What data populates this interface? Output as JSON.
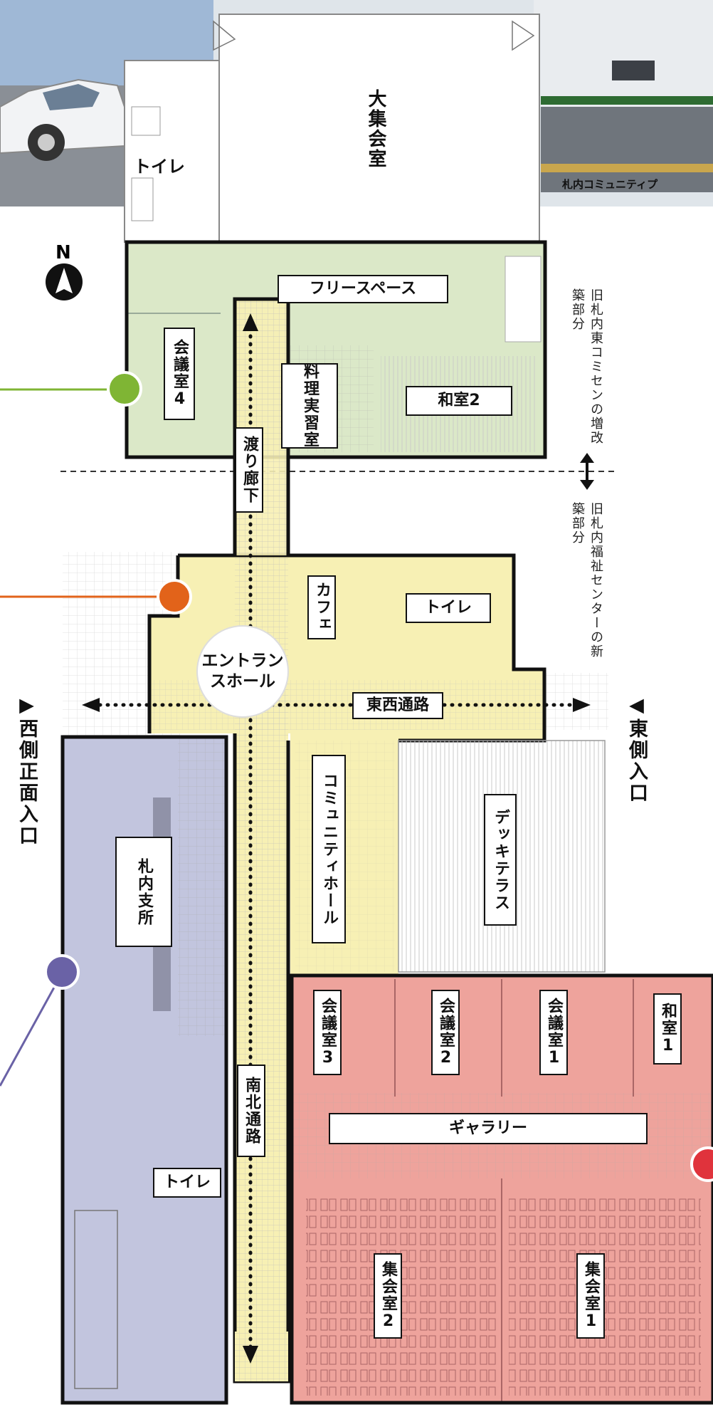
{
  "colors": {
    "green_zone": "#dbe8c8",
    "yellow_zone": "#f7f0b4",
    "blue_zone": "#c2c5de",
    "red_zone": "#eea39c",
    "green_dot": "#7fb534",
    "orange_dot": "#e2631a",
    "purple_dot": "#6a62a6",
    "red_dot": "#e0333c"
  },
  "header": {
    "large_hall": "大集会室",
    "toilet_top": "トイレ",
    "community_plaza": "札内コミュニティプ"
  },
  "compass": {
    "north": "N"
  },
  "rooms": {
    "free_space": "フリースペース",
    "meeting_4": "会議室4",
    "cooking_room": "料理実習室",
    "japanese_2": "和室2",
    "corridor": "渡り廊下",
    "cafe": "カフェ",
    "toilet_mid": "トイレ",
    "entrance_hall": "エントランスホール",
    "east_west_passage": "東西通路",
    "community_hall": "コミュニティホール",
    "deck_terrace": "デッキテラス",
    "branch_office": "札内支所",
    "north_south_passage": "南北通路",
    "toilet_west": "トイレ",
    "meeting_3": "会議室3",
    "meeting_2": "会議室2",
    "meeting_1": "会議室1",
    "japanese_1": "和室1",
    "gallery": "ギャラリー",
    "assembly_2": "集会室2",
    "assembly_1": "集会室1"
  },
  "notes": {
    "old_east": "旧札内東コミセンの増改築部分",
    "old_welfare": "旧札内福祉センターの新築部分",
    "west_entrance": "▶西側正面入口",
    "east_entrance": "◀東側入口"
  }
}
